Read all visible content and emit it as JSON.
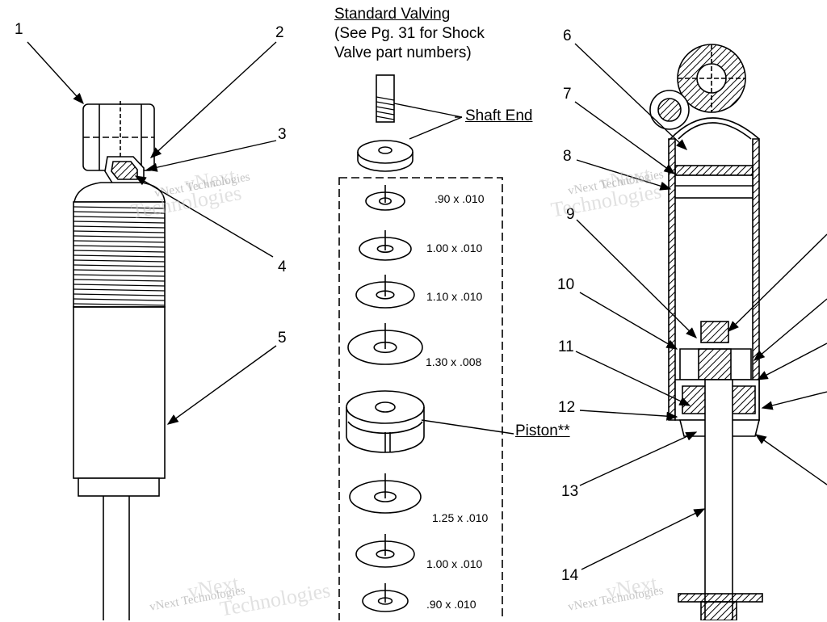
{
  "header": {
    "line1": "Standard Valving",
    "line2": "(See Pg. 31 for Shock",
    "line3": "Valve part numbers)"
  },
  "labels": {
    "shaft_end": "Shaft End",
    "piston": "Piston**"
  },
  "callouts": [
    "1",
    "2",
    "3",
    "4",
    "5",
    "6",
    "7",
    "8",
    "9",
    "10",
    "11",
    "12",
    "13",
    "14"
  ],
  "shims": [
    ".90 x .010",
    "1.00 x .010",
    "1.10 x .010",
    "1.30 x .008",
    "1.25 x .010",
    "1.00 x .010",
    ".90 x .010"
  ],
  "watermark": {
    "brand": "vNext Technologies",
    "big_top": "vNext",
    "big_bottom": "Technologies"
  }
}
